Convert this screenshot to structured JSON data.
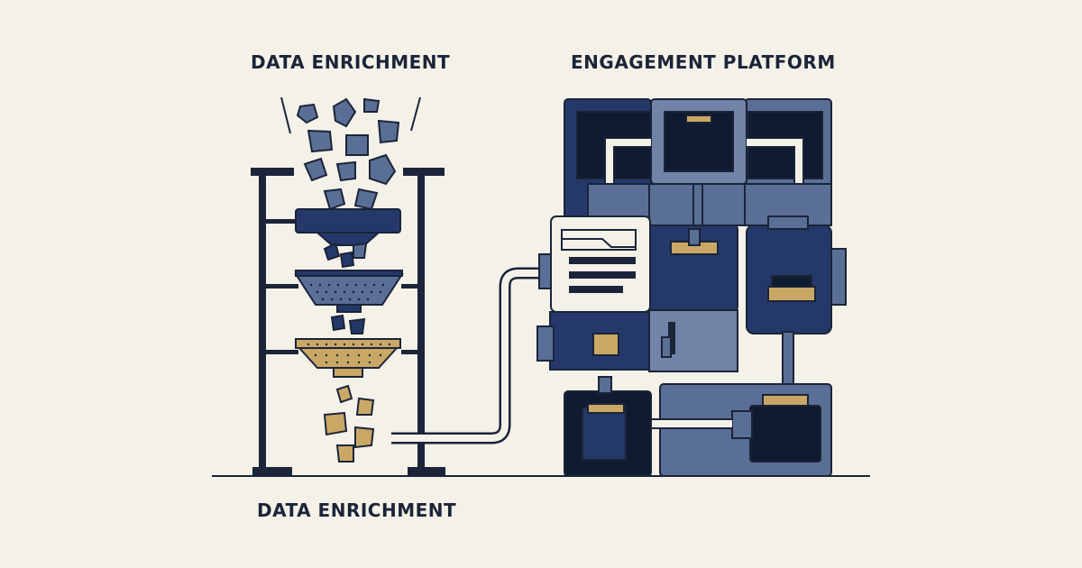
{
  "labels": {
    "top_left": "DATA ENRICHMENT",
    "top_right": "ENGAGEMENT PLATFORM",
    "bottom": "DATA ENRICHMENT"
  },
  "colors": {
    "background": "#f4f1e8",
    "navy": "#24396a",
    "dark": "#0f1b30",
    "slate": "#5a6f96",
    "light_slate": "#7183a6",
    "tan": "#c9a865",
    "outline": "#1b2438",
    "white": "#f4f1e8"
  },
  "icons": {
    "machine": "processing-machine-icon",
    "funnel": "funnel-icon",
    "sieve": "sieve-icon",
    "filter": "filter-icon",
    "document": "document-icon",
    "platform": "engagement-platform-icon",
    "pipe": "connector-pipe-icon"
  }
}
